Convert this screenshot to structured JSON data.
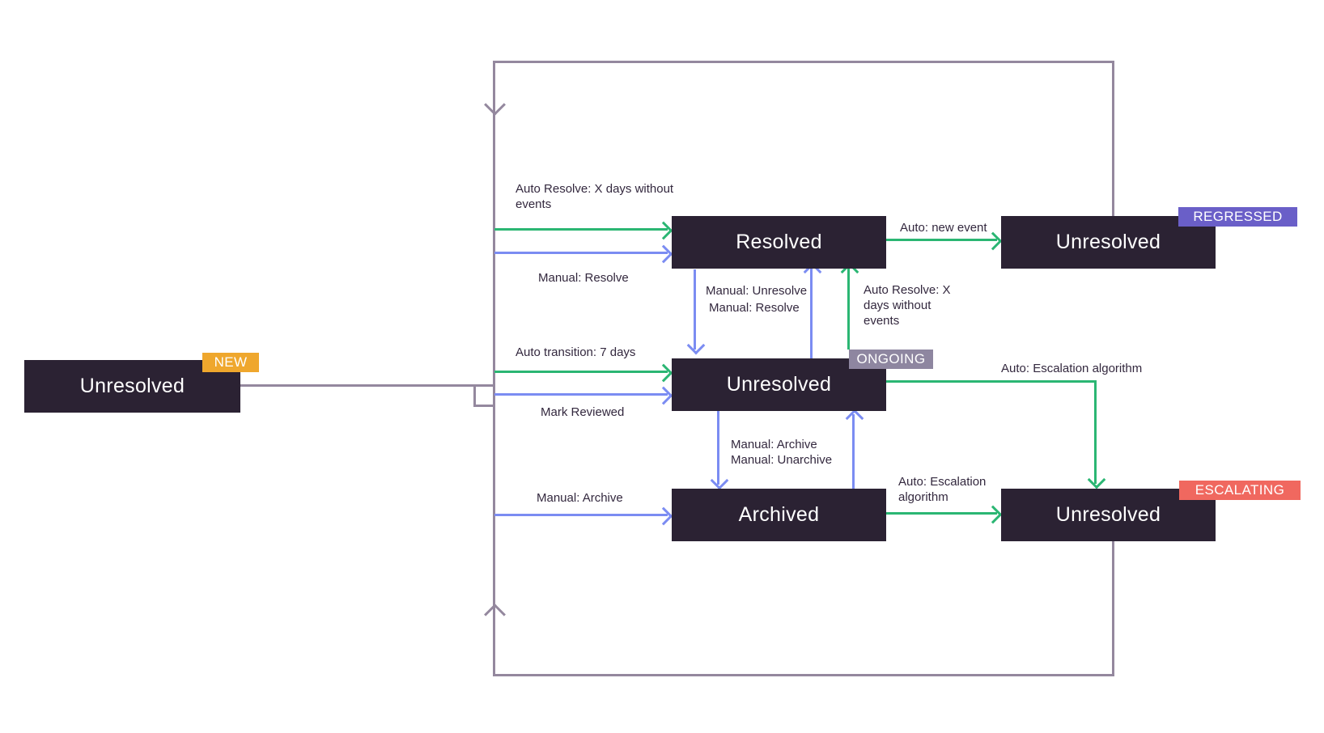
{
  "colors": {
    "box": "#2b2233",
    "line": "#94889e",
    "green": "#2bb673",
    "blue": "#7b8cf2",
    "label": "#33283e",
    "background": "#ffffff",
    "badge_new": "#efa72d",
    "badge_ongoing": "#8e86a0",
    "badge_regressed": "#6a5fc8",
    "badge_escalating": "#f0685f"
  },
  "states": {
    "new": {
      "label": "Unresolved",
      "badge": "NEW"
    },
    "resolved": {
      "label": "Resolved"
    },
    "ongoing": {
      "label": "Unresolved",
      "badge": "ONGOING"
    },
    "archived": {
      "label": "Archived"
    },
    "regressed": {
      "label": "Unresolved",
      "badge": "REGRESSED"
    },
    "escalating": {
      "label": "Unresolved",
      "badge": "ESCALATING"
    }
  },
  "labels": {
    "auto_resolve_days": "Auto Resolve: X days without events",
    "manual_resolve": "Manual: Resolve",
    "auto_transition_7_days": "Auto transition: 7 days",
    "mark_reviewed": "Mark Reviewed",
    "manual_archive": "Manual: Archive",
    "manual_unresolve": "Manual: Unresolve",
    "manual_resolve_up": "Manual: Resolve",
    "auto_resolve_days_up": "Auto Resolve: X days without events",
    "auto_new_event": "Auto: new event",
    "auto_escalation_algorithm": "Auto: Escalation algorithm",
    "manual_archive_down": "Manual: Archive",
    "manual_unarchive": "Manual: Unarchive",
    "auto_escalation_algorithm_2": "Auto: Escalation algorithm"
  }
}
